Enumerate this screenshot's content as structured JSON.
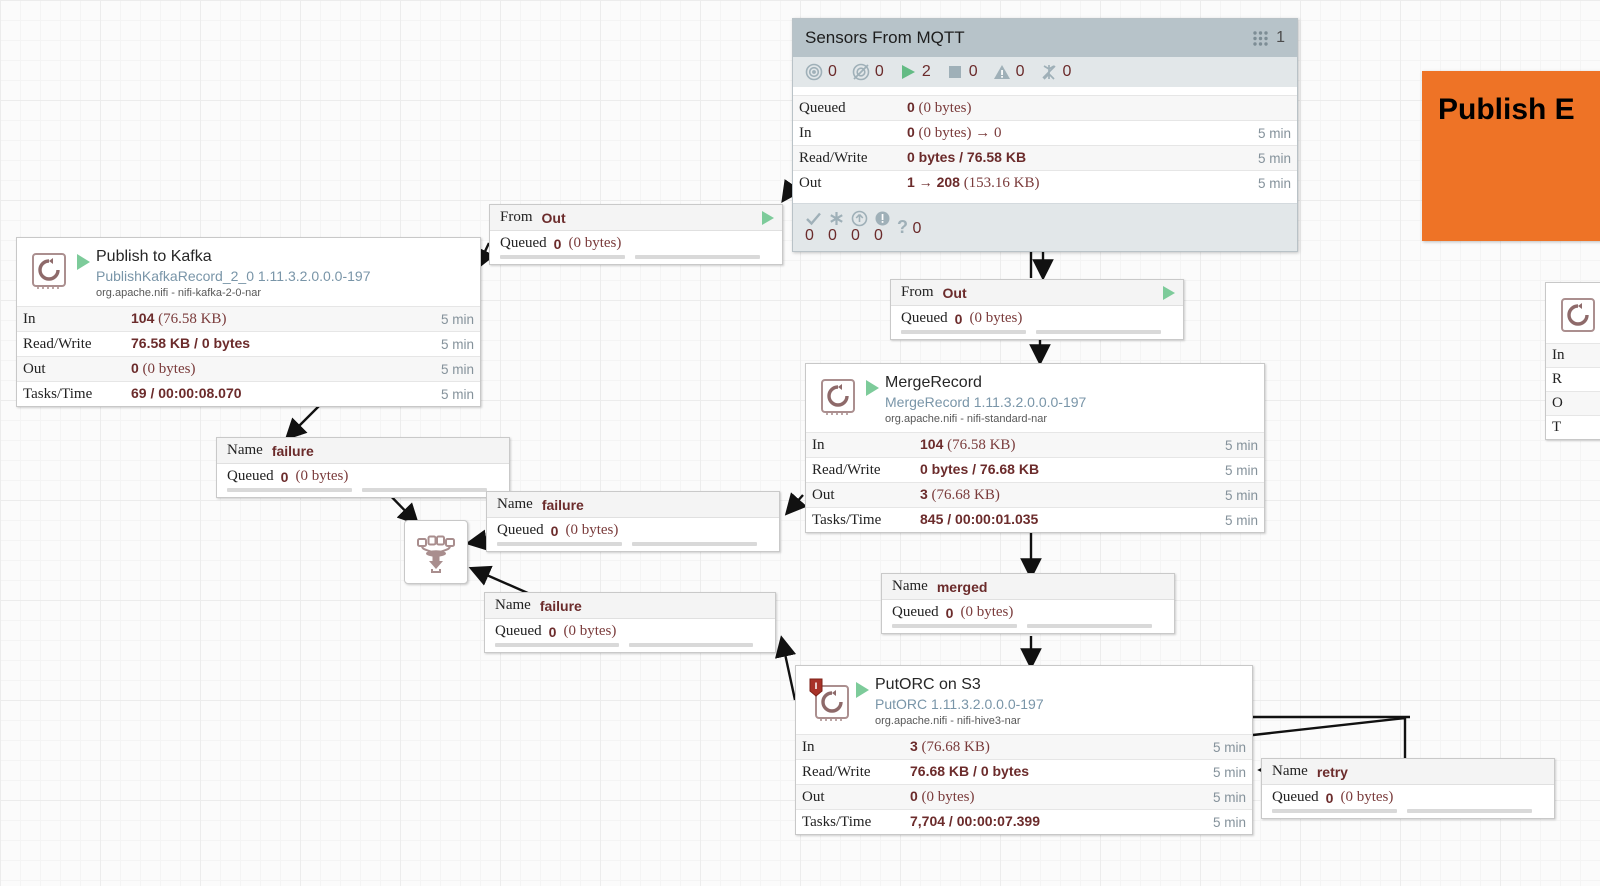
{
  "canvas": {
    "background": "#fbfbfb",
    "grid_color": "#ececec"
  },
  "process_group": {
    "title": "Sensors From MQTT",
    "version_count": "1",
    "version_icon": "grid-dots-icon",
    "status_counts": [
      {
        "icon": "transmitting-icon",
        "value": "0"
      },
      {
        "icon": "not-transmitting-icon",
        "value": "0"
      },
      {
        "icon": "running-icon",
        "value": "2"
      },
      {
        "icon": "stopped-icon",
        "value": "0"
      },
      {
        "icon": "invalid-icon",
        "value": "0"
      },
      {
        "icon": "disabled-icon",
        "value": "0"
      }
    ],
    "stats": [
      {
        "label": "Queued",
        "value": "0",
        "detail": "(0 bytes)",
        "time": ""
      },
      {
        "label": "In",
        "value": "0",
        "detail": "(0 bytes) → 0",
        "time": "5 min"
      },
      {
        "label": "Read/Write",
        "value": "0 bytes / 76.58 KB",
        "detail": "",
        "time": "5 min"
      },
      {
        "label": "Out",
        "value": "1 → 208",
        "detail": "(153.16 KB)",
        "time": "5 min"
      }
    ],
    "footer_counts": [
      {
        "icon": "check-icon",
        "value": "0"
      },
      {
        "icon": "asterisk-icon",
        "value": "0"
      },
      {
        "icon": "up-arrow-icon",
        "value": "0"
      },
      {
        "icon": "exclamation-icon",
        "value": "0"
      },
      {
        "icon": "question-icon",
        "value": "0"
      }
    ]
  },
  "processors": [
    {
      "id": "publish-to-kafka",
      "name": "Publish to Kafka",
      "type": "PublishKafkaRecord_2_0 1.11.3.2.0.0.0-197",
      "bundle": "org.apache.nifi - nifi-kafka-2-0-nar",
      "run_state": "running",
      "has_shield": false,
      "stats": [
        {
          "label": "In",
          "value": "104",
          "detail": "(76.58 KB)",
          "time": "5 min"
        },
        {
          "label": "Read/Write",
          "value": "76.58 KB / 0 bytes",
          "detail": "",
          "time": "5 min"
        },
        {
          "label": "Out",
          "value": "0",
          "detail": "(0 bytes)",
          "time": "5 min"
        },
        {
          "label": "Tasks/Time",
          "value": "69 / 00:00:08.070",
          "detail": "",
          "time": "5 min"
        }
      ]
    },
    {
      "id": "merge-record",
      "name": "MergeRecord",
      "type": "MergeRecord 1.11.3.2.0.0.0-197",
      "bundle": "org.apache.nifi - nifi-standard-nar",
      "run_state": "running",
      "has_shield": false,
      "stats": [
        {
          "label": "In",
          "value": "104",
          "detail": "(76.58 KB)",
          "time": "5 min"
        },
        {
          "label": "Read/Write",
          "value": "0 bytes / 76.68 KB",
          "detail": "",
          "time": "5 min"
        },
        {
          "label": "Out",
          "value": "3",
          "detail": "(76.68 KB)",
          "time": "5 min"
        },
        {
          "label": "Tasks/Time",
          "value": "845 / 00:00:01.035",
          "detail": "",
          "time": "5 min"
        }
      ]
    },
    {
      "id": "putorc-on-s3",
      "name": "PutORC on S3",
      "type": "PutORC 1.11.3.2.0.0.0-197",
      "bundle": "org.apache.nifi - nifi-hive3-nar",
      "run_state": "running",
      "has_shield": true,
      "stats": [
        {
          "label": "In",
          "value": "3",
          "detail": "(76.68 KB)",
          "time": "5 min"
        },
        {
          "label": "Read/Write",
          "value": "76.68 KB / 0 bytes",
          "detail": "",
          "time": "5 min"
        },
        {
          "label": "Out",
          "value": "0",
          "detail": "(0 bytes)",
          "time": "5 min"
        },
        {
          "label": "Tasks/Time",
          "value": "7,704 / 00:00:07.399",
          "detail": "",
          "time": "5 min"
        }
      ]
    }
  ],
  "partial_processor": {
    "id": "right-edge-processor",
    "stat_labels": [
      "In",
      "R",
      "O",
      "T"
    ]
  },
  "connections": [
    {
      "id": "conn-from-out-1",
      "key": "From",
      "value": "Out",
      "queued_label": "Queued",
      "queued": "0",
      "queued_detail": "(0 bytes)",
      "has_play": true
    },
    {
      "id": "conn-from-out-2",
      "key": "From",
      "value": "Out",
      "queued_label": "Queued",
      "queued": "0",
      "queued_detail": "(0 bytes)",
      "has_play": true
    },
    {
      "id": "conn-failure-1",
      "key": "Name",
      "value": "failure",
      "queued_label": "Queued",
      "queued": "0",
      "queued_detail": "(0 bytes)",
      "has_play": false
    },
    {
      "id": "conn-failure-2",
      "key": "Name",
      "value": "failure",
      "queued_label": "Queued",
      "queued": "0",
      "queued_detail": "(0 bytes)",
      "has_play": false
    },
    {
      "id": "conn-failure-3",
      "key": "Name",
      "value": "failure",
      "queued_label": "Queued",
      "queued": "0",
      "queued_detail": "(0 bytes)",
      "has_play": false
    },
    {
      "id": "conn-merged",
      "key": "Name",
      "value": "merged",
      "queued_label": "Queued",
      "queued": "0",
      "queued_detail": "(0 bytes)",
      "has_play": false
    },
    {
      "id": "conn-retry",
      "key": "Name",
      "value": "retry",
      "queued_label": "Queued",
      "queued": "0",
      "queued_detail": "(0 bytes)",
      "has_play": false
    }
  ],
  "funnel": {
    "id": "funnel-1",
    "icon": "funnel-icon"
  },
  "label": {
    "text": "Publish E",
    "color": "#ee7326"
  }
}
